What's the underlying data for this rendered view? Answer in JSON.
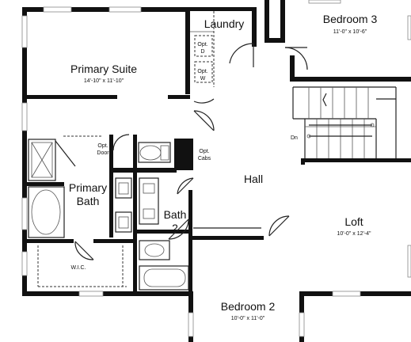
{
  "rooms": {
    "laundry": {
      "name": "Laundry"
    },
    "bedroom3": {
      "name": "Bedroom 3",
      "dims": "11'-0\" x 10'-6\""
    },
    "primary_suite": {
      "name": "Primary Suite",
      "dims": "14'-10\" x 11'-10\""
    },
    "primary_bath": {
      "line1": "Primary",
      "line2": "Bath"
    },
    "hall": {
      "name": "Hall"
    },
    "loft": {
      "name": "Loft",
      "dims": "10'-0\" x 12'-4\""
    },
    "bath2": {
      "line1": "Bath",
      "line2": "2"
    },
    "bedroom2": {
      "name": "Bedroom 2",
      "dims": "10'-0\" x 11'-0\""
    },
    "wic": {
      "name": "W.I.C."
    }
  },
  "notes": {
    "opt_d": {
      "line1": "Opt.",
      "line2": "D"
    },
    "opt_w": {
      "line1": "Opt.",
      "line2": "W"
    },
    "opt_door": {
      "line1": "Opt.",
      "line2": "Door"
    },
    "opt_cabs": {
      "line1": "Opt.",
      "line2": "Cabs"
    },
    "stairs_down": "Dn"
  },
  "colors": {
    "wall": "#111111",
    "background": "#ffffff"
  }
}
